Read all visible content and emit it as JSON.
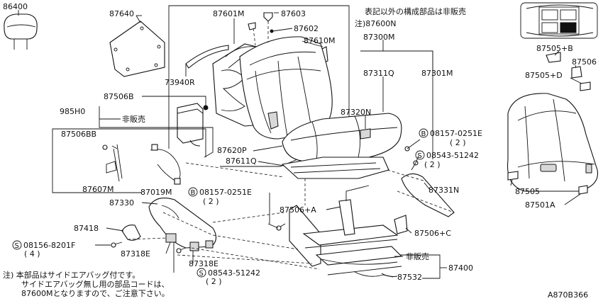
{
  "part_labels": [
    {
      "id": "p86400",
      "text": "86400"
    },
    {
      "id": "p87640",
      "text": "87640"
    },
    {
      "id": "p87601M",
      "text": "87601M"
    },
    {
      "id": "p87603",
      "text": "87603"
    },
    {
      "id": "p87602",
      "text": "87602"
    },
    {
      "id": "p87610M",
      "text": "87610M"
    },
    {
      "id": "p87600N",
      "text": "注)87600N"
    },
    {
      "id": "p73940R",
      "text": "73940R"
    },
    {
      "id": "p87300M",
      "text": "87300M"
    },
    {
      "id": "p87311Q",
      "text": "87311Q"
    },
    {
      "id": "p87301M",
      "text": "87301M"
    },
    {
      "id": "p87506B",
      "text": "87506B"
    },
    {
      "id": "p985H0",
      "text": "985H0"
    },
    {
      "id": "p_nonsale1",
      "text": "非販売"
    },
    {
      "id": "p87320N",
      "text": "87320N"
    },
    {
      "id": "p87506BB",
      "text": "87506BB"
    },
    {
      "id": "p08157a",
      "text": "08157-0251E"
    },
    {
      "id": "p08157a_q",
      "text": "( 2 )"
    },
    {
      "id": "p87620P",
      "text": "87620P"
    },
    {
      "id": "p87611Q",
      "text": "87611Q"
    },
    {
      "id": "p08543a",
      "text": "08543-51242"
    },
    {
      "id": "p08543a_q",
      "text": "( 2 )"
    },
    {
      "id": "p87607M",
      "text": "87607M"
    },
    {
      "id": "p87019M",
      "text": "87019M"
    },
    {
      "id": "p87331N",
      "text": "87331N"
    },
    {
      "id": "p08157b",
      "text": "08157-0251E"
    },
    {
      "id": "p08157b_q",
      "text": "( 2 )"
    },
    {
      "id": "p87330",
      "text": "87330"
    },
    {
      "id": "p87506A",
      "text": "87506+A"
    },
    {
      "id": "p87418",
      "text": "87418"
    },
    {
      "id": "p87506C",
      "text": "87506+C"
    },
    {
      "id": "p08156",
      "text": "08156-8201F"
    },
    {
      "id": "p08156_q",
      "text": "( 4 )"
    },
    {
      "id": "p87318E_a",
      "text": "87318E"
    },
    {
      "id": "p87318E_b",
      "text": "87318E"
    },
    {
      "id": "p_nonsale2",
      "text": "非販売"
    },
    {
      "id": "p87400",
      "text": "87400"
    },
    {
      "id": "p08543b",
      "text": "08543-51242"
    },
    {
      "id": "p08543b_q",
      "text": "( 2 )"
    },
    {
      "id": "p87532",
      "text": "87532"
    },
    {
      "id": "p87505B",
      "text": "87505+B"
    },
    {
      "id": "p87506",
      "text": "87506"
    },
    {
      "id": "p87505D",
      "text": "87505+D"
    },
    {
      "id": "p87505",
      "text": "87505"
    },
    {
      "id": "p87501A",
      "text": "87501A"
    }
  ],
  "circle_marks": [
    {
      "id": "cB1",
      "text": "B"
    },
    {
      "id": "cS1",
      "text": "S"
    },
    {
      "id": "cB2",
      "text": "B"
    },
    {
      "id": "cS2",
      "text": "S"
    },
    {
      "id": "cS3",
      "text": "S"
    }
  ],
  "header_note": "表記以外の構成部品は非販売",
  "footnote": {
    "line1": "注) 本部品はサイドエアバッグ付です。",
    "line2": "サイドエアバッグ無し用の部品コードは、",
    "line3": "87600Mとなりますので、ご注意下さい。"
  },
  "figure_code": "A870B366"
}
